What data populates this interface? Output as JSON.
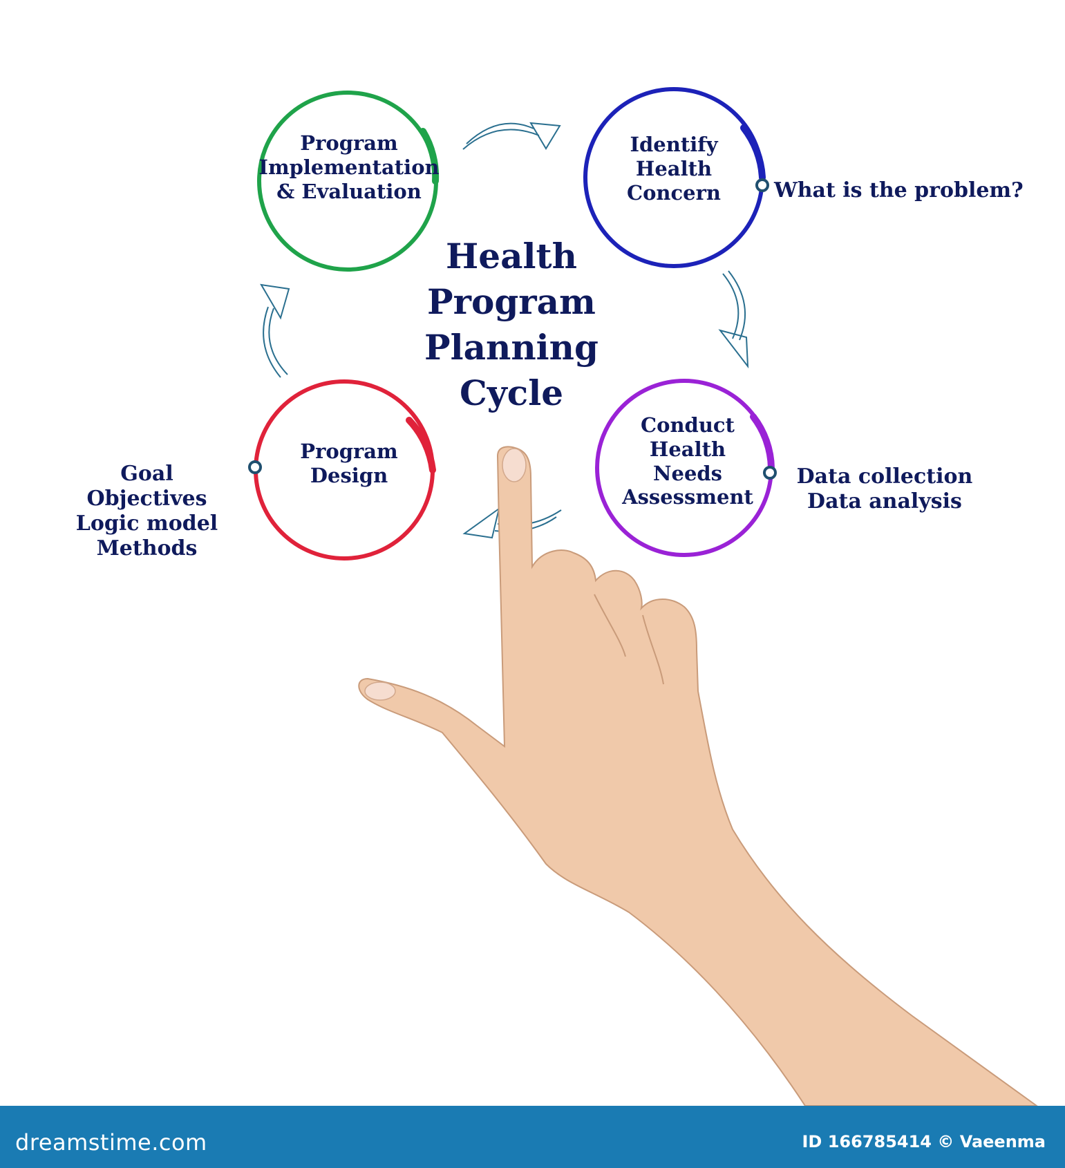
{
  "diagram": {
    "title": [
      "Health",
      "Program",
      "Planning",
      "Cycle"
    ],
    "stages": {
      "implementation": {
        "lines": [
          "Program",
          "Implementation",
          "& Evaluation"
        ],
        "color": "#1fa34a"
      },
      "identify": {
        "lines": [
          "Identify",
          "Health",
          "Concern"
        ],
        "color": "#1c22b8"
      },
      "conduct": {
        "lines": [
          "Conduct",
          "Health",
          "Needs",
          "Assessment"
        ],
        "color": "#9a22d6"
      },
      "design": {
        "lines": [
          "Program",
          "Design"
        ],
        "color": "#e0223a"
      }
    },
    "notes": {
      "problem": "What is the problem?",
      "data": [
        "Data collection",
        "Data analysis"
      ],
      "goal": [
        "Goal",
        "Objectives",
        "Logic model",
        "Methods"
      ]
    }
  },
  "footer": {
    "brand": "dreamstime.com",
    "credit": "ID 166785414 © Vaeenma",
    "color": "#1a7bb3"
  }
}
